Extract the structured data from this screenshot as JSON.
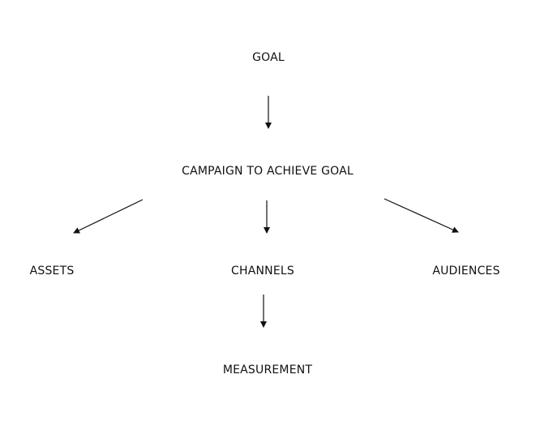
{
  "diagram": {
    "nodes": {
      "goal": "GOAL",
      "campaign": "CAMPAIGN TO ACHIEVE GOAL",
      "assets": "ASSETS",
      "channels": "CHANNELS",
      "audiences": "AUDIENCES",
      "measurement": "MEASUREMENT"
    },
    "edges": [
      {
        "from": "goal",
        "to": "campaign"
      },
      {
        "from": "campaign",
        "to": "assets"
      },
      {
        "from": "campaign",
        "to": "channels"
      },
      {
        "from": "campaign",
        "to": "audiences"
      },
      {
        "from": "channels",
        "to": "measurement"
      }
    ],
    "colors": {
      "text": "#111111",
      "line": "#111111",
      "background": "#ffffff"
    }
  }
}
